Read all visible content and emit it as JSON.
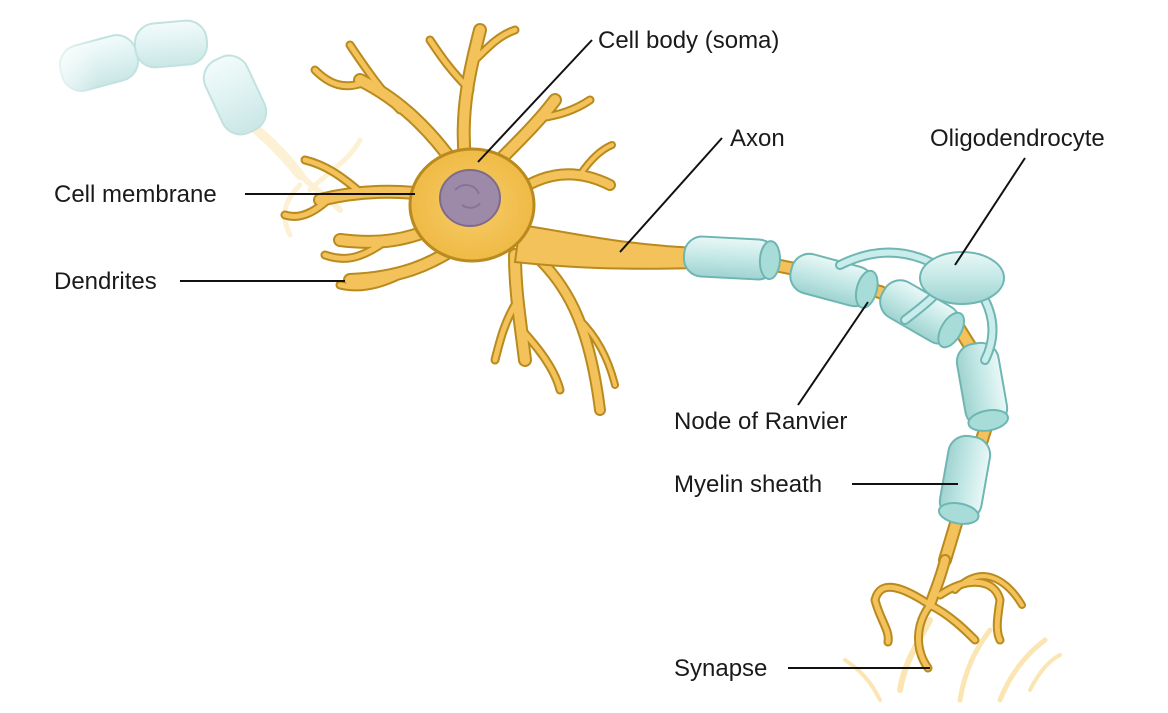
{
  "diagram": {
    "labels": {
      "cell_body": "Cell body (soma)",
      "axon": "Axon",
      "oligodendrocyte": "Oligodendrocyte",
      "cell_membrane": "Cell membrane",
      "dendrites": "Dendrites",
      "node_of_ranvier": "Node of Ranvier",
      "myelin_sheath": "Myelin sheath",
      "synapse": "Synapse"
    },
    "colors": {
      "neuron_fill": "#f3c25a",
      "neuron_outline": "#b98a1e",
      "nucleus": "#9d8aa8",
      "myelin_fill": "#c9ecec",
      "myelin_outline": "#6fb6b3",
      "leader_lines": "#111111"
    }
  }
}
